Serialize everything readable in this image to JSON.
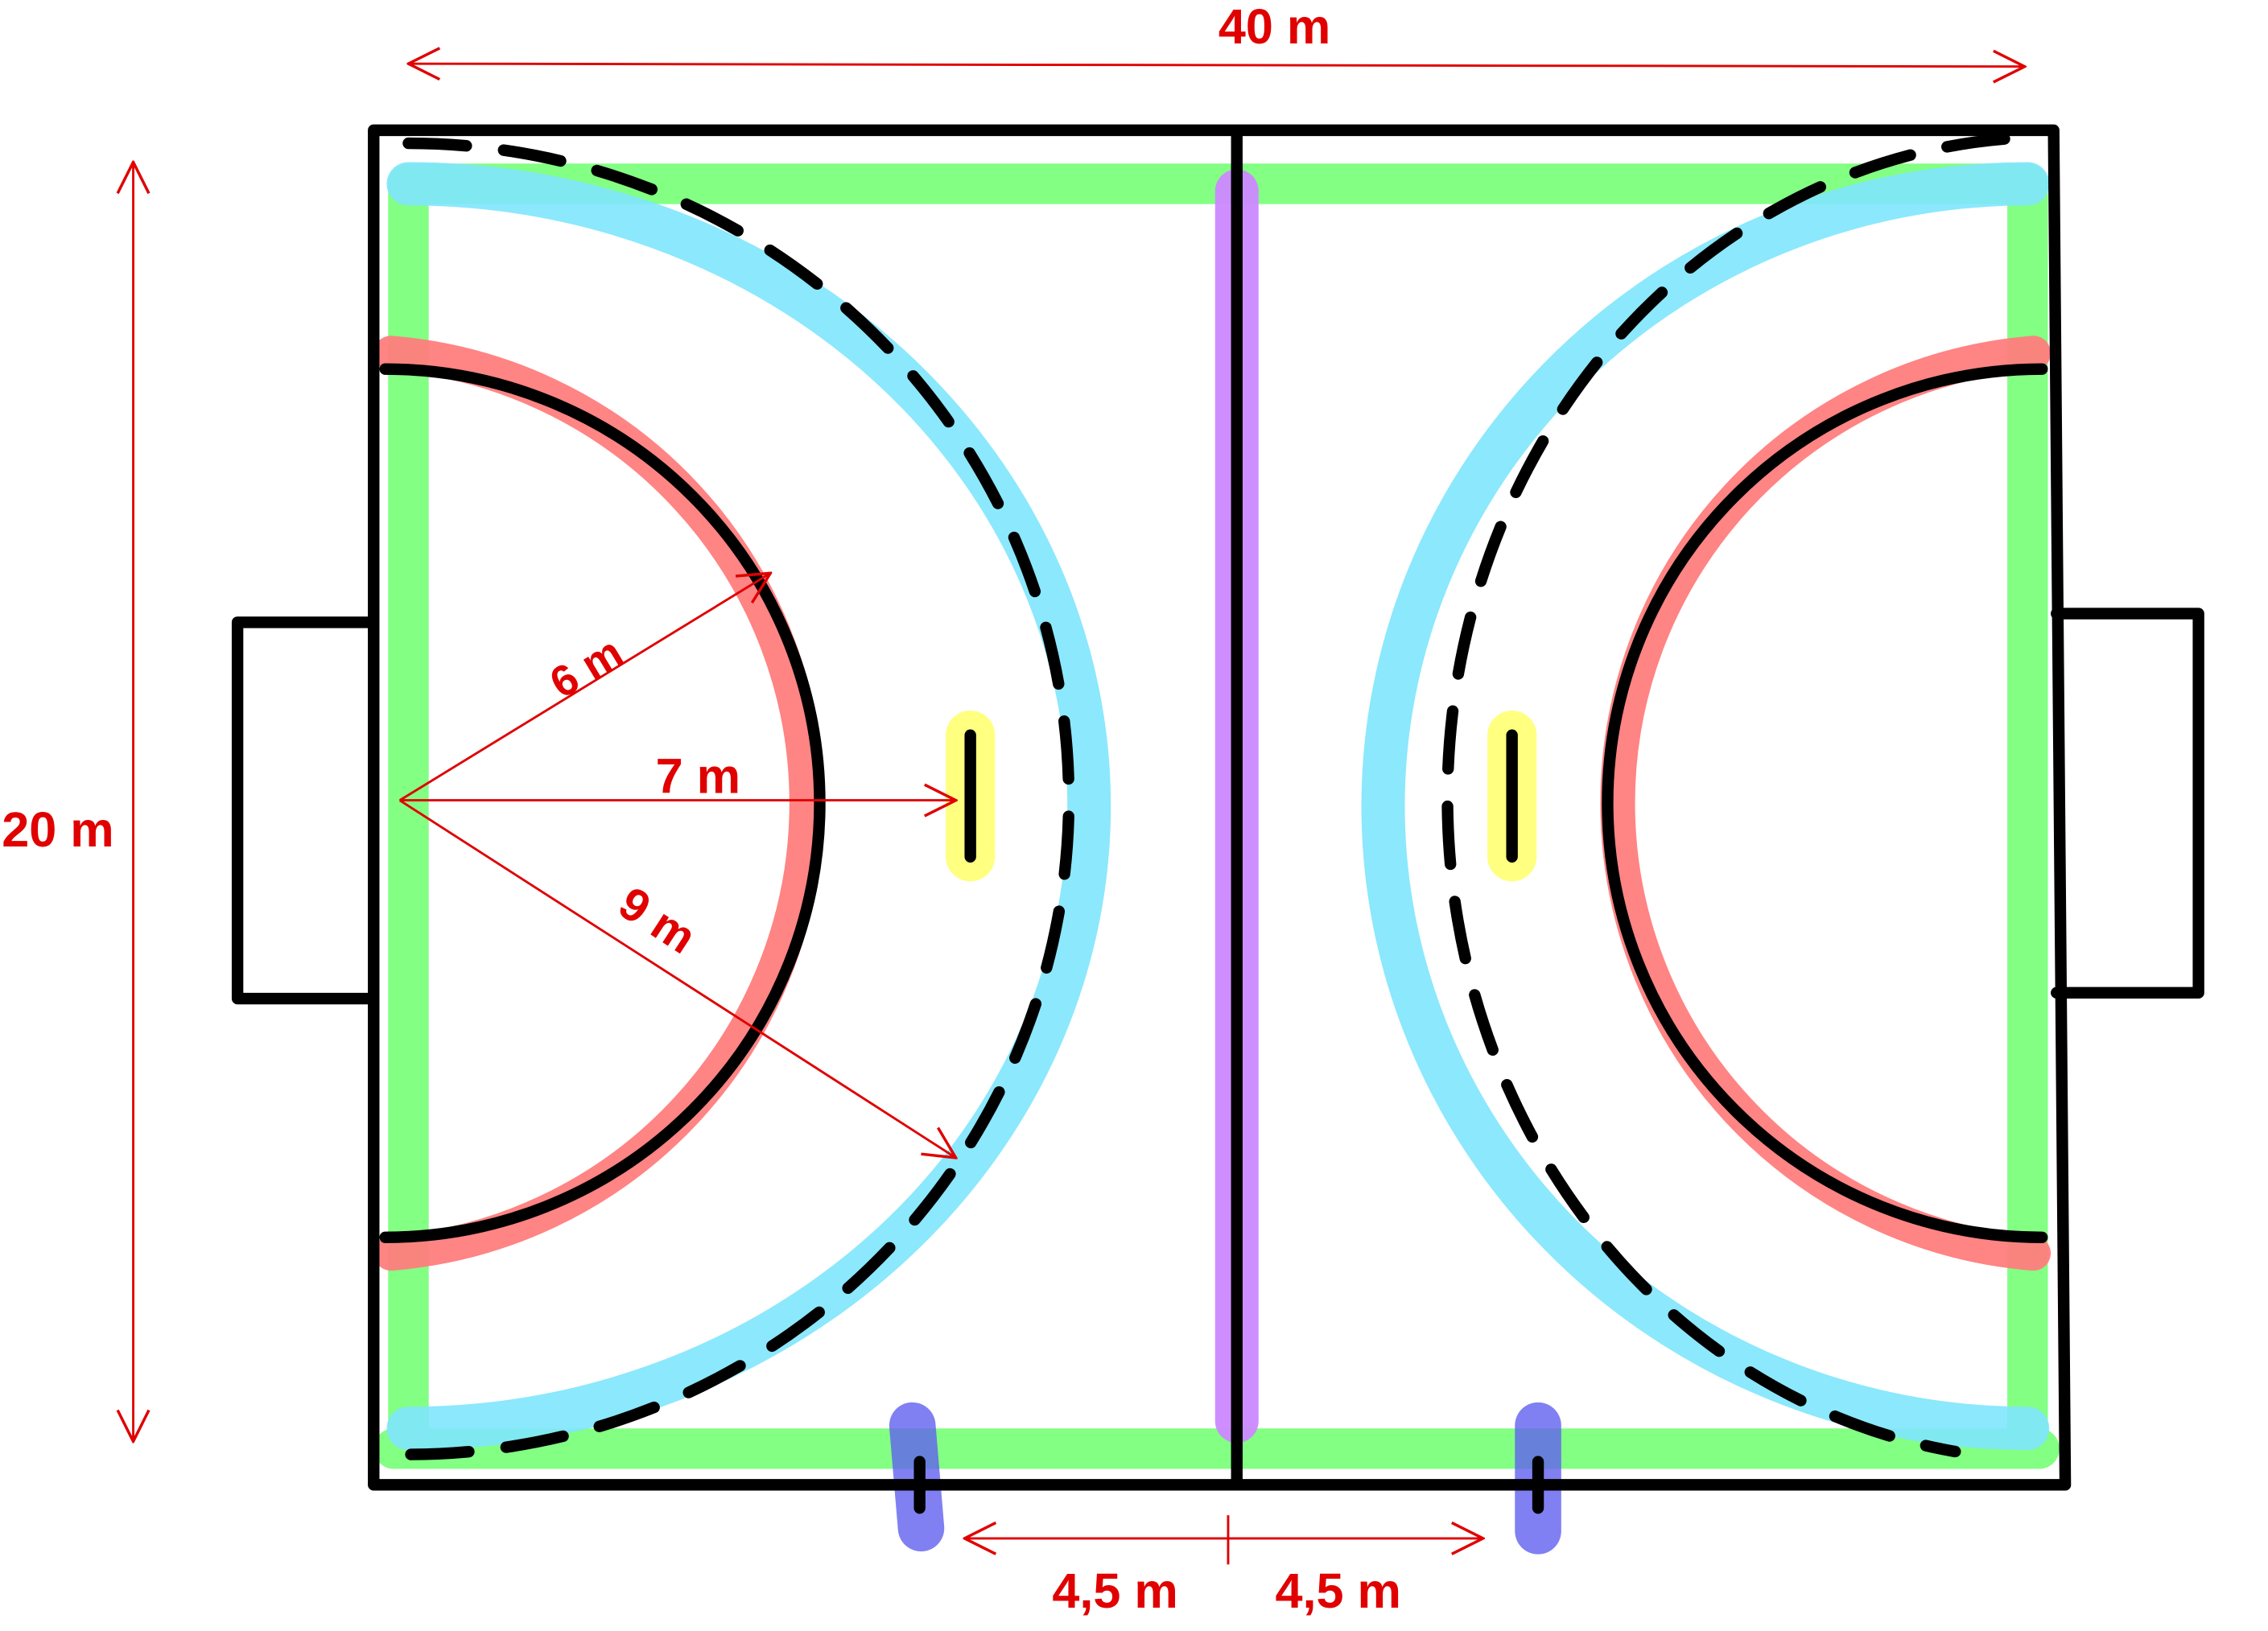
{
  "labels": {
    "length": "40 m",
    "width": "20 m",
    "radius_6": "6 m",
    "radius_7": "7 m",
    "radius_9": "9 m",
    "sub_left": "4,5 m",
    "sub_right": "4,5 m"
  },
  "colors": {
    "lines": "#000000",
    "dimensions": "#e00000",
    "outer_lines_highlight": "#7cff7c",
    "goal_area_highlight": "#ff7d7d",
    "free_throw_highlight": "#80e6fc",
    "penalty_mark_highlight": "#ffff80",
    "center_line_highlight": "#cc88ff",
    "substitution_highlight": "#7c7cf4"
  }
}
